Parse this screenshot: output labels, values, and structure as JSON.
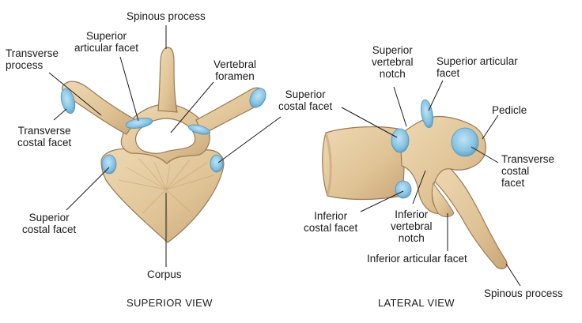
{
  "superior_view": {
    "title": "SUPERIOR VIEW",
    "labels": {
      "spinous_process": [
        "Spinous process"
      ],
      "superior_articular_facet": [
        "Superior",
        "articular facet"
      ],
      "transverse_process": [
        "Transverse",
        "process"
      ],
      "vertebral_foramen": [
        "Vertebral",
        "foramen"
      ],
      "superior_costal_facet_right": [
        "Superior",
        "costal facet"
      ],
      "transverse_costal_facet": [
        "Transverse",
        "costal facet"
      ],
      "superior_costal_facet_left": [
        "Superior",
        "costal facet"
      ],
      "corpus": [
        "Corpus"
      ]
    }
  },
  "lateral_view": {
    "title": "LATERAL VIEW",
    "labels": {
      "superior_vertebral_notch": [
        "Superior",
        "vertebral",
        "notch"
      ],
      "superior_articular_facet": [
        "Superior articular",
        "facet"
      ],
      "pedicle": [
        "Pedicle"
      ],
      "transverse_costal_facet": [
        "Transverse",
        "costal",
        "facet"
      ],
      "inferior_costal_facet": [
        "Inferior",
        "costal facet"
      ],
      "inferior_vertebral_notch": [
        "Inferior",
        "vertebral",
        "notch"
      ],
      "inferior_articular_facet": [
        "Inferior articular facet"
      ],
      "spinous_process": [
        "Spinous process"
      ]
    }
  },
  "colors": {
    "bone": "#e3c9a0",
    "bone_shade": "#c9a77a",
    "bone_outline": "#9a7a55",
    "facet": "#7fbfe0",
    "facet_edge": "#4f95bd",
    "leader": "#1a1a1a"
  }
}
